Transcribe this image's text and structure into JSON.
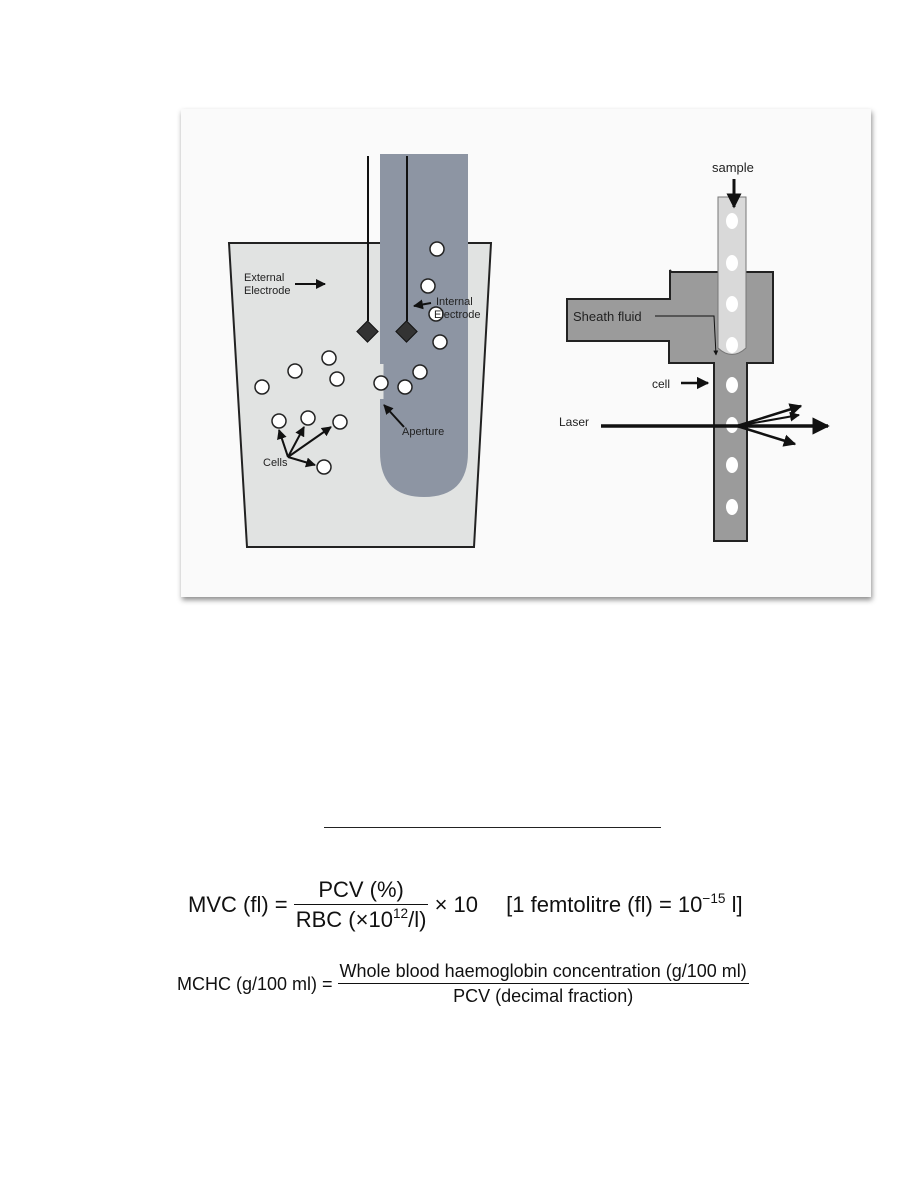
{
  "figure": {
    "left_diagram": {
      "labels": {
        "external_electrode": [
          "External",
          "Electrode"
        ],
        "internal_electrode": [
          "Internal",
          "Electrode"
        ],
        "aperture": "Aperture",
        "cells": "Cells"
      }
    },
    "right_diagram": {
      "labels": {
        "sample": "sample",
        "sheath_fluid": "Sheath fluid",
        "cell": "cell",
        "laser": "Laser"
      }
    }
  },
  "equations": {
    "mvc": {
      "lhs": "MVC (fl) =",
      "numerator": "PCV (%)",
      "denominator_prefix": "RBC (×10",
      "denominator_exp": "12",
      "denominator_suffix": "/l)",
      "multiplier": "× 10",
      "note_prefix": "[1 femtolitre (fl) = 10",
      "note_exp": "−15",
      "note_suffix": " l]"
    },
    "mchc": {
      "lhs": "MCHC (g/100 ml) =",
      "numerator": "Whole blood haemoglobin concentration (g/100 ml)",
      "denominator": "PCV (decimal fraction)"
    }
  },
  "colors": {
    "container_fill": "#e1e3e2",
    "tube_fill": "#8d95a3",
    "flow_cell_fill": "#9b9b9b",
    "sample_stream_fill": "#d9d9d9"
  }
}
